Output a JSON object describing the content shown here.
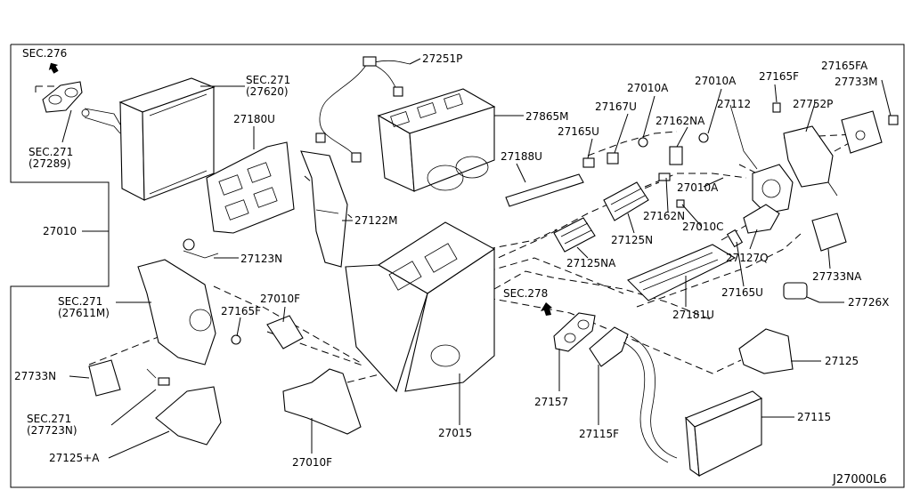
{
  "diagram_id": "J27000L6",
  "labels": {
    "sec276": "SEC.276",
    "sec271_top": "SEC.271",
    "ref27620": "(27620)",
    "sec271_left": "SEC.271",
    "ref27289": "(27289)",
    "l27180U": "27180U",
    "l27251P": "27251P",
    "l27865M": "27865M",
    "l27010A_1": "27010A",
    "l27010A_2": "27010A",
    "l27165F_top": "27165F",
    "l27165FA": "27165FA",
    "l27733M": "27733M",
    "l27167U": "27167U",
    "l27162NA": "27162NA",
    "l27112": "27112",
    "l27752P": "27752P",
    "l27165U_1": "27165U",
    "l27188U": "27188U",
    "l27010": "27010",
    "l27122M": "27122M",
    "l27010A_3": "27010A",
    "l27162N": "27162N",
    "l27010C": "27010C",
    "l27125N": "27125N",
    "l27123N": "27123N",
    "l27125NA": "27125NA",
    "l27127Q": "27127Q",
    "l27733NA": "27733NA",
    "sec271_mid": "SEC.271",
    "ref27611M": "(27611M)",
    "l27010F_1": "27010F",
    "l27165F_mid": "27165F",
    "l27165U_2": "27165U",
    "l27181U": "27181U",
    "sec278": "SEC.278",
    "l27726X": "27726X",
    "l27733N": "27733N",
    "l27125": "27125",
    "l27157": "27157",
    "sec271_low": "SEC.271",
    "ref27723N": "(27723N)",
    "l27015": "27015",
    "l27115F": "27115F",
    "l27115": "27115",
    "l27125A": "27125+A",
    "l27010F_2": "27010F"
  }
}
